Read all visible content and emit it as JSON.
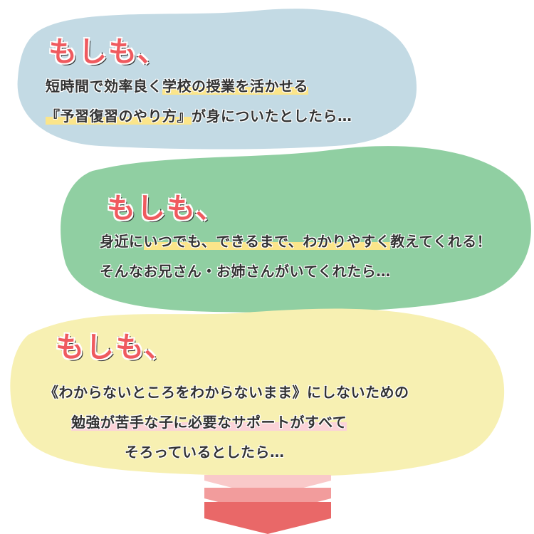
{
  "colors": {
    "blob1": "#c3dae4",
    "blob2": "#90cfa2",
    "blob3": "#f7f0b2",
    "heading": "#ef5a5f",
    "chevron_light": "#f9c9c9",
    "chevron_mid": "#f29c9c",
    "chevron_dark": "#e96868"
  },
  "blocks": [
    {
      "heading": "もしも、",
      "lines": [
        {
          "before": "短時間で効率良く",
          "highlight": "学校の授業を活かせる",
          "after": ""
        },
        {
          "before": "",
          "highlight": "『予習復習のやり方』",
          "after": "が身についたとしたら…"
        }
      ]
    },
    {
      "heading": "もしも、",
      "lines": [
        {
          "before": "身近に",
          "highlight": "いつでも、できるまで、わかりやすく",
          "after": "教えてくれる！"
        },
        {
          "before": "そんなお兄さん・お姉さんがいてくれたら…",
          "highlight": "",
          "after": ""
        }
      ]
    },
    {
      "heading": "もしも、",
      "lines": [
        {
          "before": "《わからないところをわからないまま》にしないための",
          "highlight": "",
          "after": ""
        },
        {
          "before": "",
          "highlight": "勉強が苦手な子に必要なサポートがすべて",
          "after": ""
        },
        {
          "before": "そろっているとしたら…",
          "highlight": "",
          "after": ""
        }
      ]
    }
  ],
  "arrow_icon": "triple-chevron-down-icon"
}
